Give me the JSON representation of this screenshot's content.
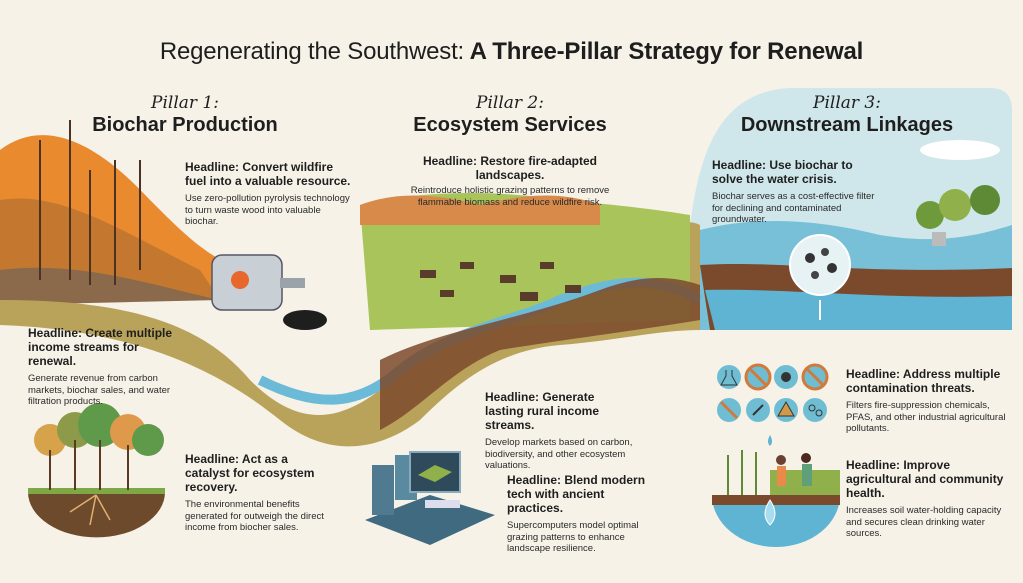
{
  "title": {
    "part1": "Regenerating the Southwest:",
    "part2": "A Three-Pillar Strategy for Renewal"
  },
  "pillars": [
    {
      "number": "Pillar 1:",
      "name": "Biochar Production",
      "blocks": [
        {
          "headline": "Headline: Convert wildfire fuel into a valuable resource.",
          "body": "Use zero-pollution pyrolysis technology to turn waste wood into valuable biochar."
        },
        {
          "headline": "Headline: Create multiple income streams for renewal.",
          "body": "Generate revenue from carbon markets, biochar sales, and water filtration products."
        },
        {
          "headline": "Headline: Act as a catalyst for ecosystem recovery.",
          "body": "The environmental benefits generated for outweigh the direct income from biocher sales."
        }
      ]
    },
    {
      "number": "Pillar 2:",
      "name": "Ecosystem Services",
      "blocks": [
        {
          "headline": "Headline: Restore fire-adapted landscapes.",
          "body": "Reintroduce holistic grazing patterns to remove flammable biomass and reduce wildfire risk."
        },
        {
          "headline": "Headline: Generate lasting rural income streams.",
          "body": "Develop markets based on carbon, biodiversity, and other ecosystem valuations."
        },
        {
          "headline": "Headline: Blend modern tech with ancient practices.",
          "body": "Supercomputers model optimal grazing patterns to enhance landscape resilience."
        }
      ]
    },
    {
      "number": "Pillar 3:",
      "name": "Downstream Linkages",
      "blocks": [
        {
          "headline": "Headline: Use biochar to solve the water crisis.",
          "body": "Biochar serves as a cost-effective filter for declining and contaminated groundwater."
        },
        {
          "headline": "Headline: Address multiple contamination threats.",
          "body": "Filters fire-suppression chemicals, PFAS, and other industrial agricultural pollutants."
        },
        {
          "headline": "Headline: Improve agricultural and community health.",
          "body": "Increases soil water-holding capacity and secures clean drinking water sources."
        }
      ]
    }
  ],
  "colors": {
    "background": "#f6f2e8",
    "water": "#5fb3d3",
    "fire": "#e98a2f",
    "grass": "#8fb04a",
    "soil": "#7a4a2c",
    "sky": "#cfe6ea"
  }
}
